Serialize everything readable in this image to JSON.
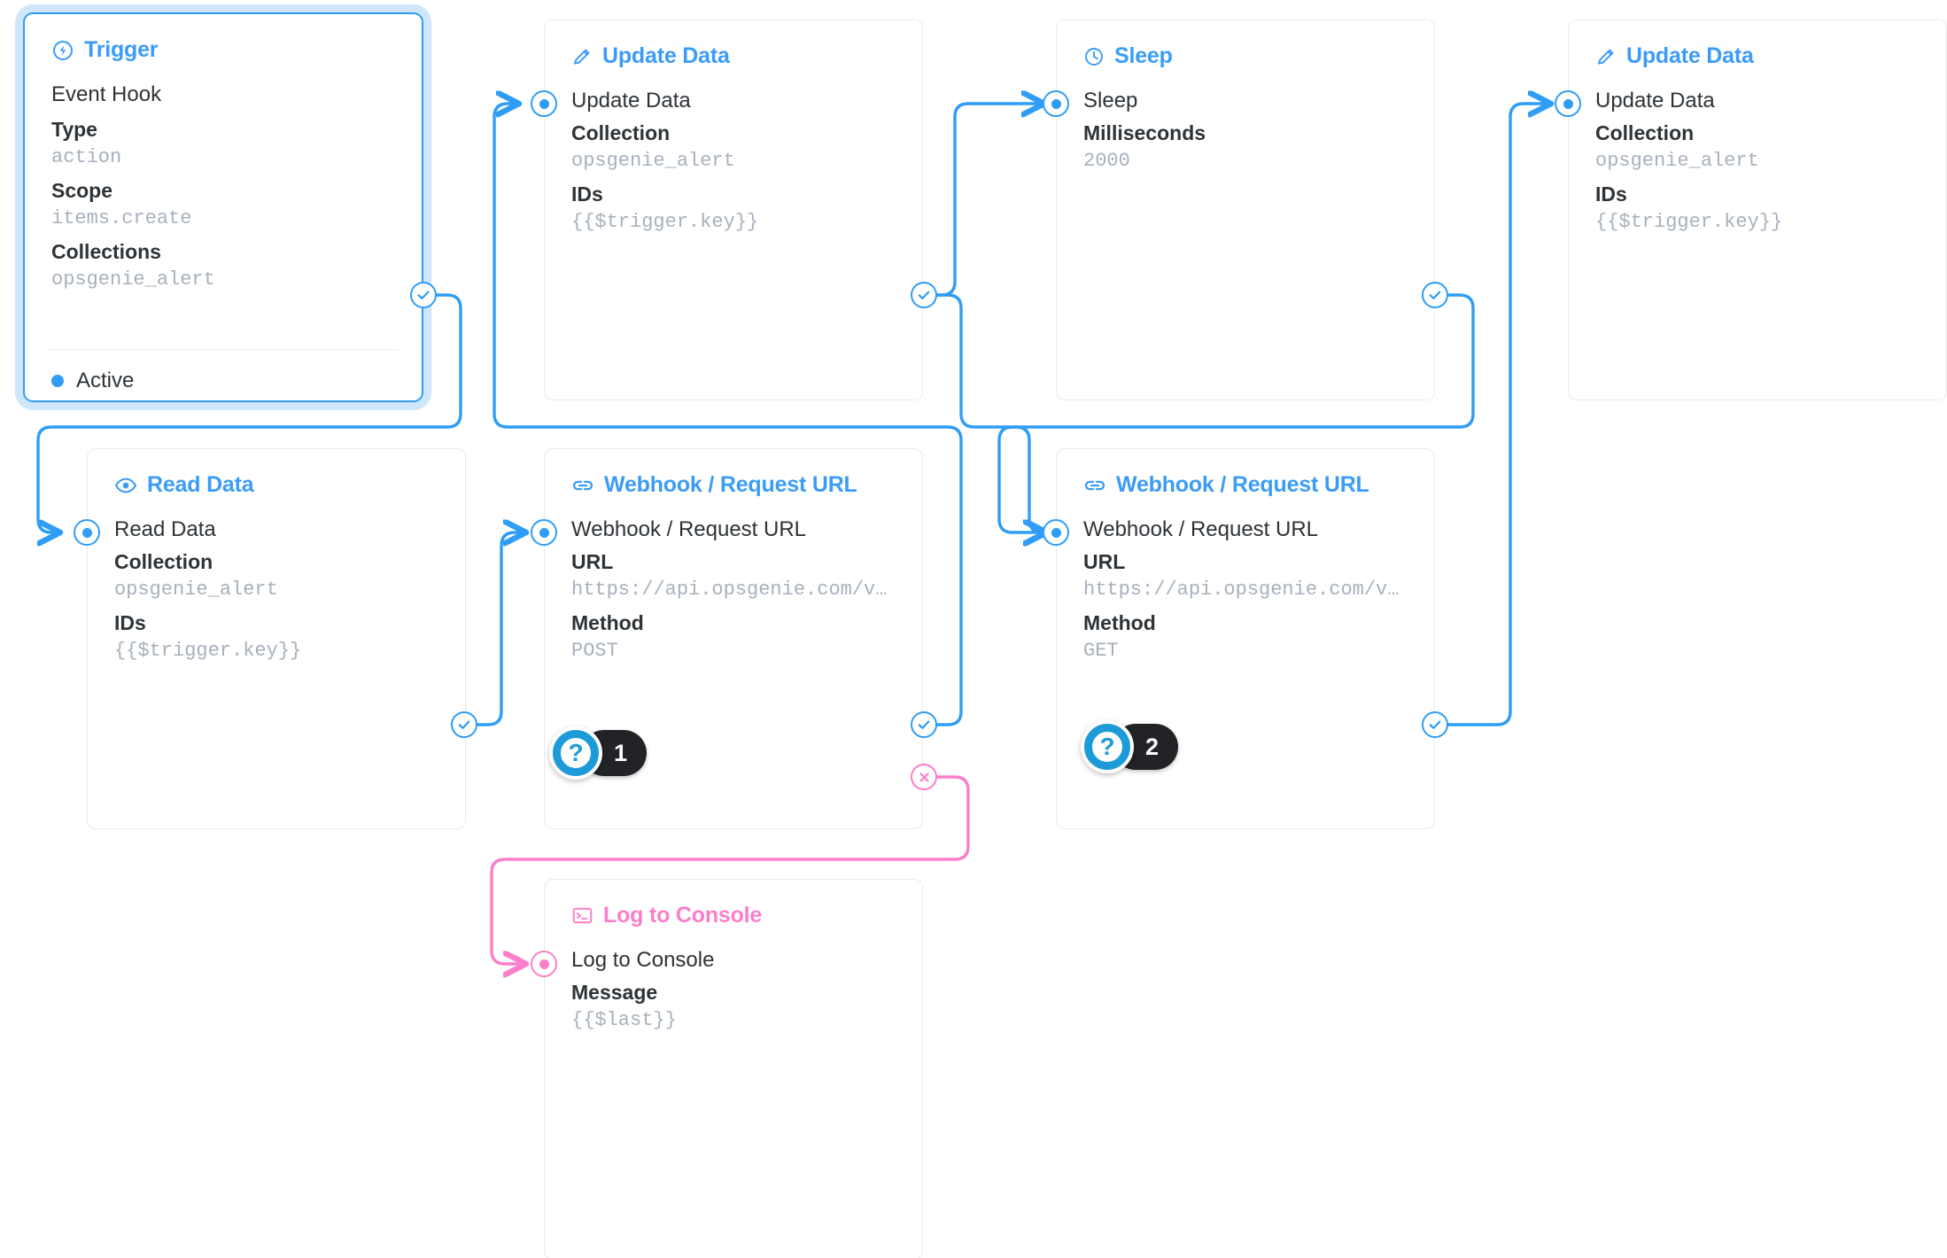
{
  "flow": {
    "accent_blue": "#2f9df5",
    "accent_pink": "#fb7fcb",
    "muted": "#a7b0bd",
    "nodes": [
      {
        "id": "trigger",
        "title": "Trigger",
        "icon": "lightning-circle-icon",
        "selected": true,
        "main": "Event Hook",
        "fields": [
          {
            "label": "Type",
            "value": "action"
          },
          {
            "label": "Scope",
            "value": "items.create"
          },
          {
            "label": "Collections",
            "value": "opsgenie_alert"
          }
        ],
        "status": "Active"
      },
      {
        "id": "update-data-1",
        "title": "Update Data",
        "icon": "pencil-icon",
        "main": "Update Data",
        "fields": [
          {
            "label": "Collection",
            "value": "opsgenie_alert"
          },
          {
            "label": "IDs",
            "value": "{{$trigger.key}}"
          }
        ]
      },
      {
        "id": "sleep",
        "title": "Sleep",
        "icon": "clock-icon",
        "main": "Sleep",
        "fields": [
          {
            "label": "Milliseconds",
            "value": "2000"
          }
        ]
      },
      {
        "id": "update-data-2",
        "title": "Update Data",
        "icon": "pencil-icon",
        "main": "Update Data",
        "fields": [
          {
            "label": "Collection",
            "value": "opsgenie_alert"
          },
          {
            "label": "IDs",
            "value": "{{$trigger.key}}"
          }
        ]
      },
      {
        "id": "read-data",
        "title": "Read Data",
        "icon": "eye-icon",
        "main": "Read Data",
        "fields": [
          {
            "label": "Collection",
            "value": "opsgenie_alert"
          },
          {
            "label": "IDs",
            "value": "{{$trigger.key}}"
          }
        ]
      },
      {
        "id": "webhook-1",
        "title": "Webhook / Request URL",
        "icon": "link-icon",
        "main": "Webhook / Request URL",
        "fields": [
          {
            "label": "URL",
            "value": "https://api.opsgenie.com/v…"
          },
          {
            "label": "Method",
            "value": "POST"
          }
        ],
        "badge": "1"
      },
      {
        "id": "webhook-2",
        "title": "Webhook / Request URL",
        "icon": "link-icon",
        "main": "Webhook / Request URL",
        "fields": [
          {
            "label": "URL",
            "value": "https://api.opsgenie.com/v…"
          },
          {
            "label": "Method",
            "value": "GET"
          }
        ],
        "badge": "2"
      },
      {
        "id": "log-to-console",
        "title": "Log to Console",
        "icon": "terminal-icon",
        "color": "pink",
        "main": "Log to Console",
        "fields": [
          {
            "label": "Message",
            "value": "{{$last}}"
          }
        ]
      }
    ],
    "badge_glyph": "?"
  }
}
